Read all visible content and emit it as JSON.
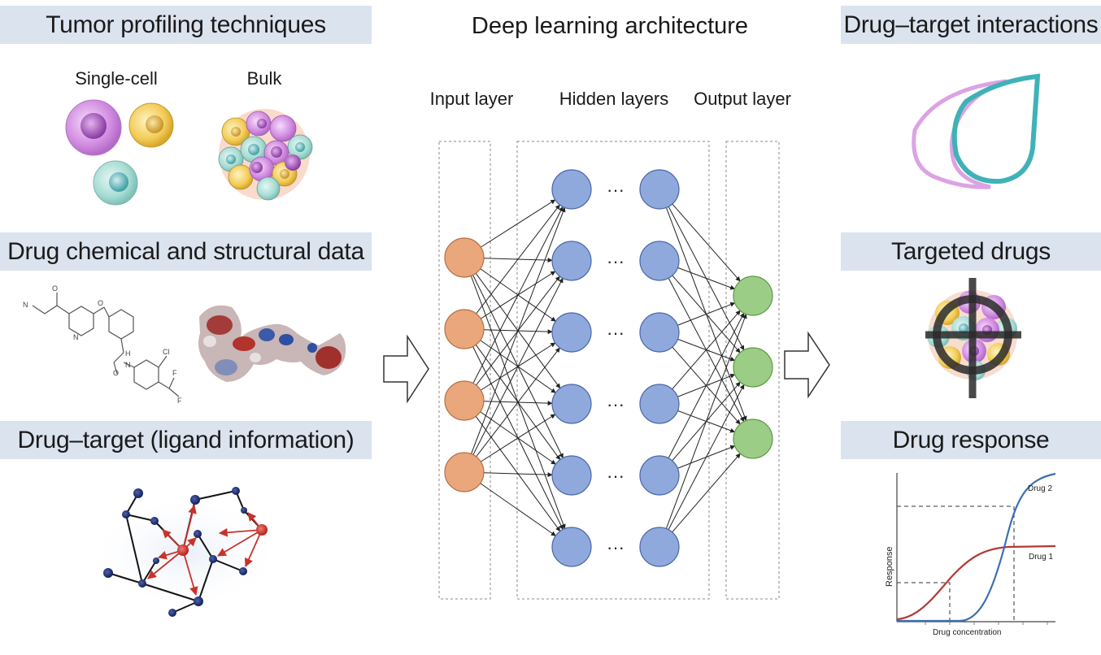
{
  "left_panel": {
    "tumor_title": "Tumor profiling techniques",
    "single_cell_label": "Single-cell",
    "bulk_label": "Bulk",
    "chem_title": "Drug chemical and structural data",
    "ligand_title": "Drug–target (ligand information)"
  },
  "center_panel": {
    "title": "Deep learning architecture",
    "input_label": "Input layer",
    "hidden_label": "Hidden layers",
    "output_label": "Output layer",
    "ellipsis": "···"
  },
  "right_panel": {
    "interactions_title": "Drug–target interactions",
    "targeted_title": "Targeted drugs",
    "response_title": "Drug response"
  },
  "chart_data": {
    "type": "line",
    "title": "",
    "xlabel": "Drug concentration",
    "ylabel": "Response",
    "series": [
      {
        "name": "Drug 1",
        "color": "#b23a33"
      },
      {
        "name": "Drug 2",
        "color": "#3c6fb3"
      }
    ]
  },
  "colors": {
    "banner": "#dbe3ef",
    "input_node": "#eba77c",
    "hidden_node": "#8fa9dd",
    "output_node": "#9ccd86"
  }
}
